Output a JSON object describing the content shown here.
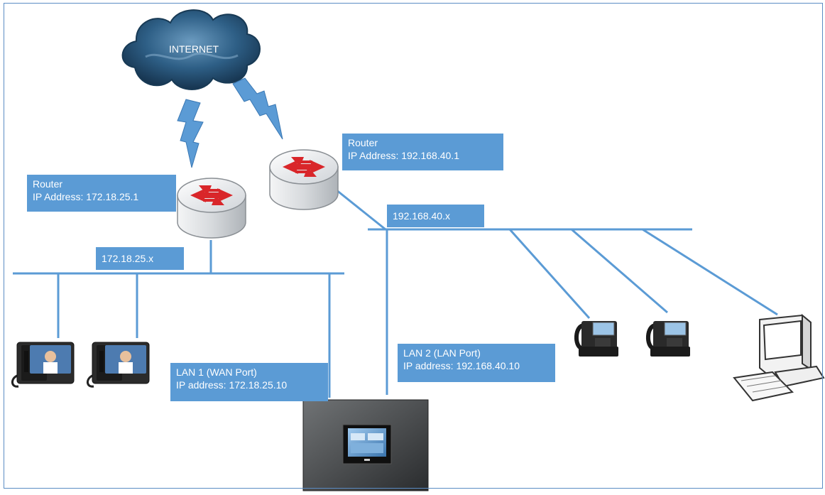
{
  "cloud": {
    "label": "INTERNET"
  },
  "router_left": {
    "title": "Router",
    "ip": "IP Address: 172.18.25.1"
  },
  "router_right": {
    "title": "Router",
    "ip": "IP Address: 192.168.40.1"
  },
  "network_left": {
    "label": "172.18.25.x"
  },
  "network_right": {
    "label": "192.168.40.x"
  },
  "lan1": {
    "title": "LAN 1 (WAN Port)",
    "ip": "IP address: 172.18.25.10"
  },
  "lan2": {
    "title": "LAN 2 (LAN Port)",
    "ip": "IP address: 192.168.40.10"
  },
  "colors": {
    "line": "#5b9bd5",
    "label_bg": "#5b9bd5",
    "cloud": "#2e5f86",
    "router_arrow": "#d9262a"
  },
  "icons": [
    "cloud-icon",
    "router-icon",
    "video-phone-icon",
    "ip-phone-icon",
    "desktop-computer-icon",
    "gateway-device-icon",
    "lightning-icon"
  ]
}
